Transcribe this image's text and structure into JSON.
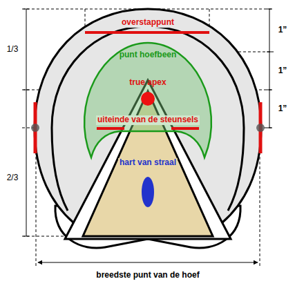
{
  "diagram": {
    "labels": [
      "overstappunt",
      "punt hoefbeen",
      "true apex",
      "uiteinde van de steunsels",
      "hart van straal",
      "1/3",
      "2/3",
      "1”",
      "1”",
      "1”",
      "breedste punt van de hoef"
    ]
  }
}
